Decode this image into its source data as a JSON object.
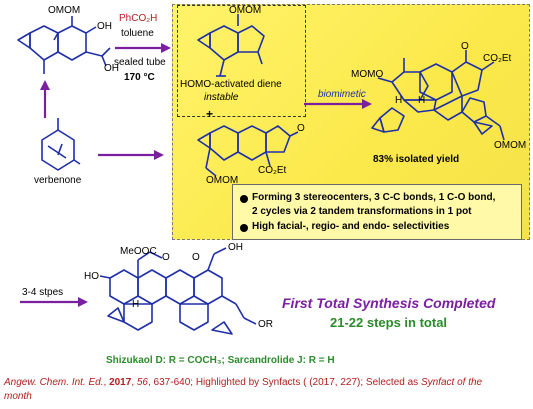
{
  "reaction": {
    "reagent_1": "PhCO₂H",
    "reagent_2": "toluene",
    "condition_1": "sealed tube",
    "condition_2": "170 °C",
    "step_label": "3-4 stpes",
    "arrow_label_biomimetic": "biomimetic"
  },
  "molecules": {
    "reactant_top_group": "OMOM",
    "reactant_oh_1": "OH",
    "reactant_oh_2": "OH",
    "verbenone_label": "verbenone",
    "diene_group": "OMOM",
    "diene_label_1": "HOMO-activated diene",
    "diene_label_2": "instable",
    "plus_sign": "+",
    "dienophile_group": "OMOM",
    "dienophile_ester": "CO₂Et",
    "dienophile_o": "O",
    "product_group_left": "MOMO",
    "product_group_right": "OMOM",
    "product_ester": "CO₂Et",
    "product_h1": "H",
    "product_h2": "H",
    "product_o": "O",
    "product_yield": "83% isolated yield",
    "final_ester": "MeOOC",
    "final_ho": "HO",
    "final_oh": "OH",
    "final_or": "OR",
    "final_h": "H",
    "final_o1": "O",
    "final_o2": "O"
  },
  "bullets": [
    "Forming 3 stereocenters,  3 C-C bonds, 1 C-O bond,",
    "2 cycles via 2 tandem transformations in 1 pot",
    "High facial-, regio- and endo- selectivities"
  ],
  "headline": {
    "line1": "First Total Synthesis Completed",
    "line2": "21-22 steps in total"
  },
  "final_caption": "Shizukaol D: R = COCH₃; Sarcandrolide J: R = H",
  "citation": {
    "journal": "Angew. Chem. Int. Ed.",
    "year": "2017",
    "volume": "56",
    "pages": ", 637-640; Highlighted by Synfacts ( (2017, 227); Selected as ",
    "tail": "Synfact of the",
    "tail2": "month"
  },
  "colors": {
    "bond": "#1f2fa8",
    "arrow": "#7a1fa0",
    "panel": "#fbe84a",
    "yield": "#2d8a2d",
    "citation": "#b02020"
  }
}
